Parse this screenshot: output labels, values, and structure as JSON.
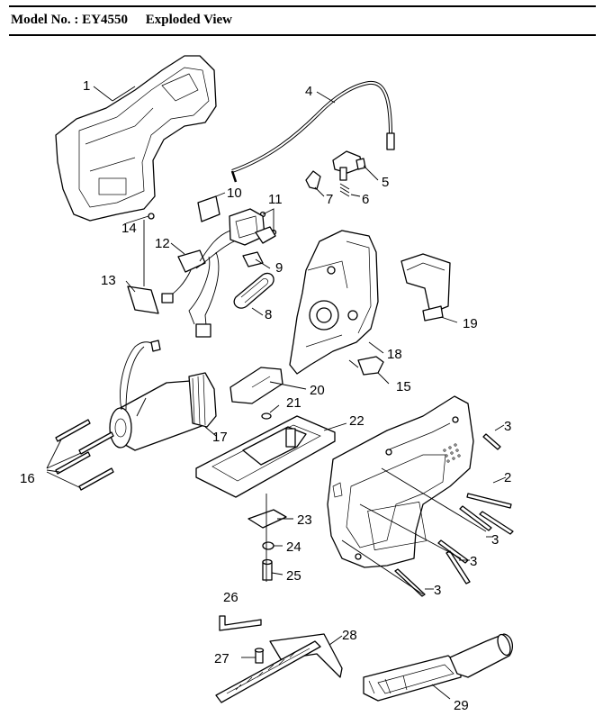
{
  "header": {
    "model_label": "Model No. : EY4550",
    "view_label": "Exploded View"
  },
  "callouts": {
    "p1": "1",
    "p2": "2",
    "p3a": "3",
    "p3b": "3",
    "p3c": "3",
    "p3d": "3",
    "p4": "4",
    "p5": "5",
    "p6": "6",
    "p7": "7",
    "p8": "8",
    "p9": "9",
    "p10": "10",
    "p11": "11",
    "p12": "12",
    "p13": "13",
    "p14": "14",
    "p15": "15",
    "p16": "16",
    "p17": "17",
    "p18": "18",
    "p19": "19",
    "p20": "20",
    "p21": "21",
    "p22": "22",
    "p23": "23",
    "p24": "24",
    "p25": "25",
    "p26": "26",
    "p27": "27",
    "p28": "28",
    "p29": "29"
  }
}
